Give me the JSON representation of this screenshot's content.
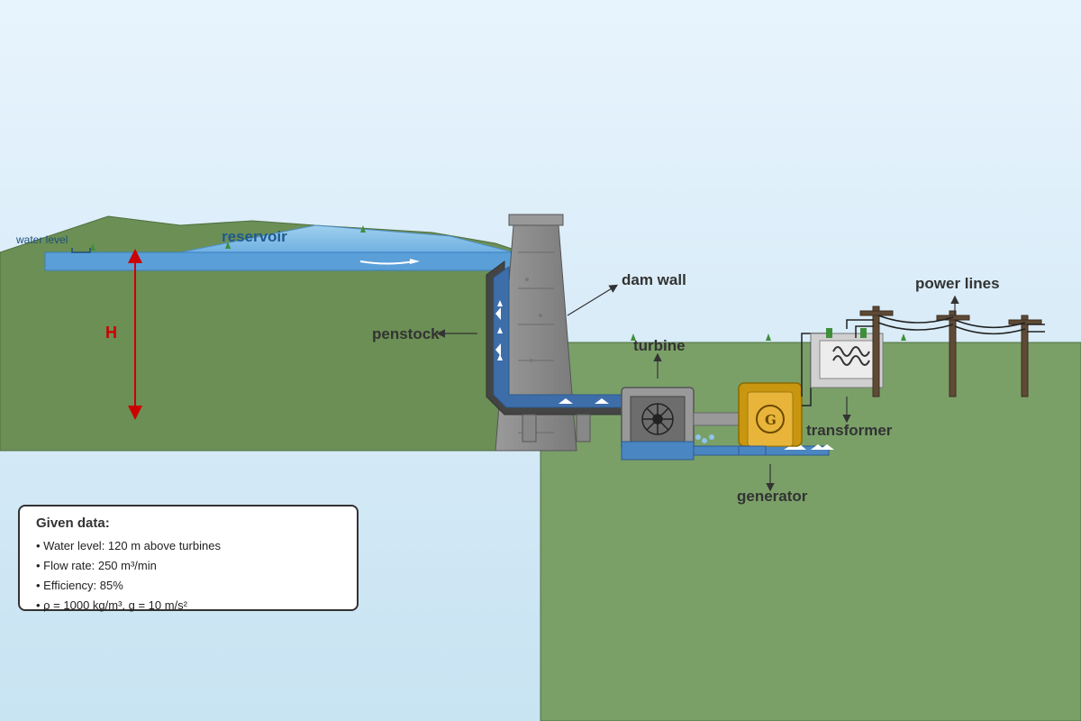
{
  "labels": {
    "water_level": "water level",
    "reservoir": "reservoir",
    "height": "H",
    "dam_wall": "dam wall",
    "penstock": "penstock",
    "turbine": "turbine",
    "generator": "generator",
    "generator_letter": "G",
    "transformer": "transformer",
    "power_lines": "power lines"
  },
  "given_data": {
    "title": "Given data:",
    "items": [
      "• Water level: 120 m above turbines",
      "• Flow rate: 250 m³/min",
      "• Efficiency: 85%",
      "• ρ = 1000 kg/m³, g = 10 m/s²"
    ]
  },
  "colors": {
    "ground": "#6b8f55",
    "ground_right": "#7aa068",
    "water": "#5a9fd8",
    "penstock": "#3d6eaa",
    "dam": "#8a8a8a",
    "generator": "#d4a72a",
    "height_arrow": "#cc0000"
  }
}
